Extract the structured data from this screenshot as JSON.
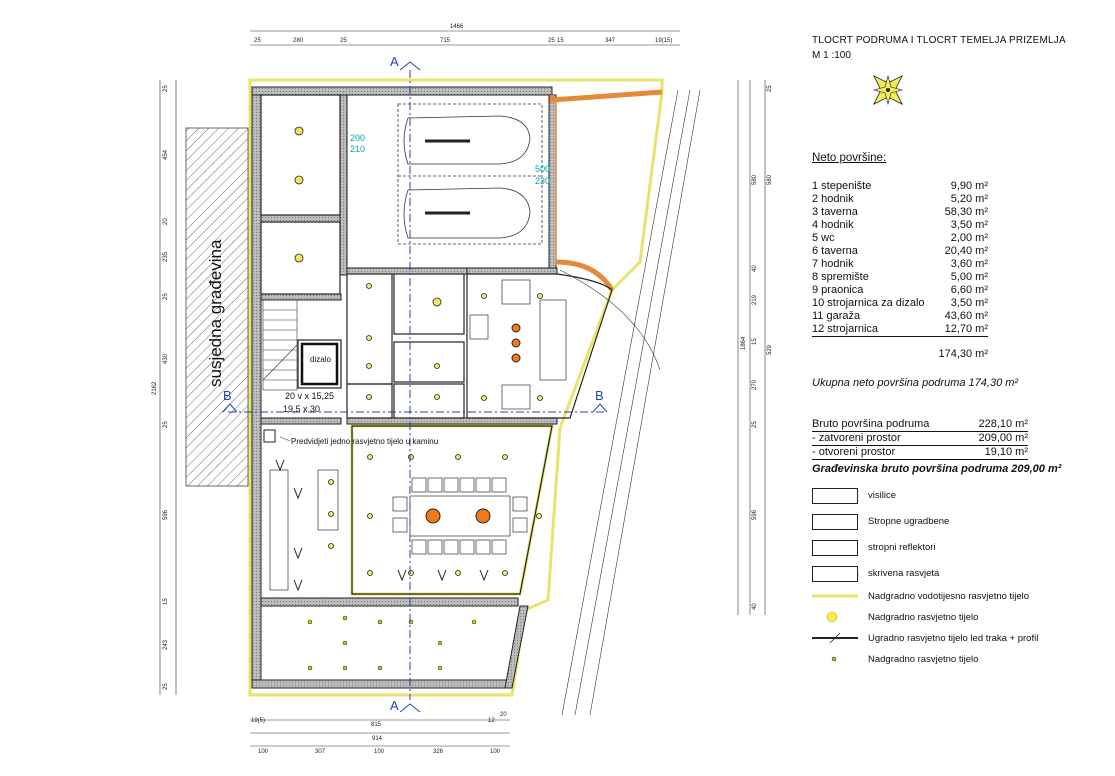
{
  "header": {
    "title": "TLOCRT PODRUMA I TLOCRT TEMELJA PRIZEMLJA",
    "scale": "M 1 :100"
  },
  "neto": {
    "heading": "Neto površine:",
    "rooms": [
      {
        "name": "1  stepenište",
        "area": "9,90 m²"
      },
      {
        "name": "2 hodnik",
        "area": "5,20 m²"
      },
      {
        "name": "3 taverna",
        "area": "58,30 m²"
      },
      {
        "name": "4 hodnik",
        "area": "3,50 m²"
      },
      {
        "name": "5  wc",
        "area": "2,00 m²"
      },
      {
        "name": "6 taverna",
        "area": "20,40 m²"
      },
      {
        "name": "7 hodnik",
        "area": "3,60 m²"
      },
      {
        "name": "8 spremište",
        "area": "5,00 m²"
      },
      {
        "name": "9 praonica",
        "area": "6,60 m²"
      },
      {
        "name": "10 strojarnica za dizalo",
        "area": "3,50 m²"
      },
      {
        "name": "11 garaža",
        "area": "43,60 m²"
      },
      {
        "name": "12 strojarnica",
        "area": "12,70 m²"
      }
    ],
    "total": "174,30 m²",
    "ukupna": "Ukupna neto površina  podruma  174,30 m²"
  },
  "bruto": {
    "rows": [
      {
        "name": "Bruto površina podruma",
        "area": "228,10 m²"
      },
      {
        "name": "-          zatvoreni prostor",
        "area": "209,00 m²"
      },
      {
        "name": "-          otvoreni prostor",
        "area": "19,10 m²"
      }
    ],
    "gradevinska": "Građevinska bruto površina podruma  209,00 m²"
  },
  "legend": [
    {
      "icon": "pendant-light-icon",
      "label": "visilice"
    },
    {
      "icon": "recessed-light-icon",
      "label": "Stropne ugradbene"
    },
    {
      "icon": "ceiling-reflector-icon",
      "label": "stropni reflektori"
    },
    {
      "icon": "hidden-lighting-icon",
      "label": "skrivena rasvjeta"
    },
    {
      "icon": "waterproof-surface-light-icon",
      "label": "Nadgradno vodotijesno rasvjetno tijelo"
    },
    {
      "icon": "surface-light-icon",
      "label": "Nadgradno rasvjetno tijelo"
    },
    {
      "icon": "led-strip-icon",
      "label": "Ugradno rasvjetno tijelo led traka + profil"
    },
    {
      "icon": "small-surface-light-icon",
      "label": "Nadgradno rasvjetno tijelo"
    }
  ],
  "plan": {
    "neighbor_label": "susjedna građevina",
    "section_a": "A",
    "section_b": "B",
    "elevator_label": "dizalo",
    "stair_label_1": "20 v x 15,25",
    "stair_label_2": "19,5 x 30",
    "fireplace_note": "Predvidjeti jedno rasvjetno tijelo u kaminu",
    "door_1a": "200",
    "door_1b": "210",
    "door_2a": "500",
    "door_2b": "230",
    "dims_top": [
      "1466",
      "25",
      "280",
      "25",
      "715",
      "25",
      "15",
      "347",
      "19(15)"
    ],
    "dims_bottom": [
      "815",
      "914",
      "100",
      "307",
      "100",
      "326",
      "100",
      "19(5)",
      "12",
      "20"
    ],
    "dims_left": [
      "25",
      "454",
      "20",
      "235",
      "25",
      "430",
      "25",
      "596",
      "15",
      "243",
      "25",
      "2162"
    ],
    "dims_right": [
      "580",
      "40",
      "219",
      "15",
      "270",
      "25",
      "596",
      "40",
      "25",
      "580",
      "529",
      "1864"
    ]
  }
}
